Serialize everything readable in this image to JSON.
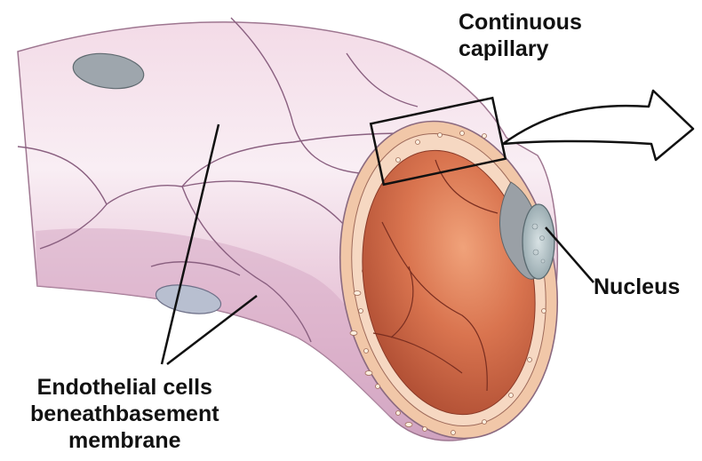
{
  "title": {
    "line1": "Continuous",
    "line2": "capillary"
  },
  "labels": {
    "nucleus": "Nucleus",
    "endothelial": {
      "line1": "Endothelial cells",
      "line2": "beneathbasement",
      "line3": "membrane"
    }
  },
  "colors": {
    "outer_wall": "#e9c3d6",
    "outer_wall_highlight": "#f6e6ee",
    "lumen": "#d9744f",
    "lumen_dark": "#b9543a",
    "wall_section": "#f1c7a8",
    "nucleus": "#a9b8bd",
    "outline": "#7a4a6a"
  }
}
